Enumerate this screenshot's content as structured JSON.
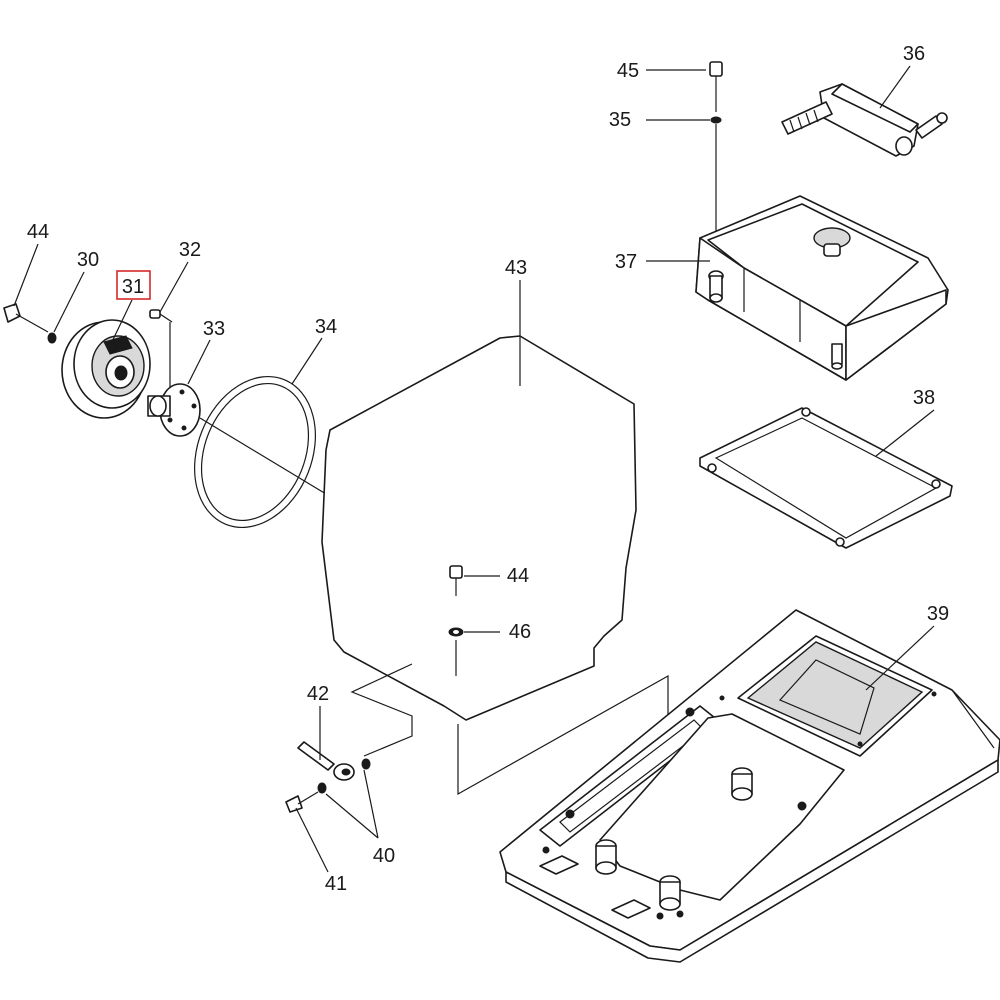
{
  "diagram": {
    "highlight_color": "#d62828",
    "line_color": "#1a1a1a",
    "callouts": [
      {
        "id": "c45",
        "label": "45"
      },
      {
        "id": "c35",
        "label": "35"
      },
      {
        "id": "c36",
        "label": "36"
      },
      {
        "id": "c37",
        "label": "37"
      },
      {
        "id": "c38",
        "label": "38"
      },
      {
        "id": "c44a",
        "label": "44"
      },
      {
        "id": "c30",
        "label": "30"
      },
      {
        "id": "c31",
        "label": "31",
        "highlighted": true
      },
      {
        "id": "c32",
        "label": "32"
      },
      {
        "id": "c33",
        "label": "33"
      },
      {
        "id": "c34",
        "label": "34"
      },
      {
        "id": "c43",
        "label": "43"
      },
      {
        "id": "c44b",
        "label": "44"
      },
      {
        "id": "c46",
        "label": "46"
      },
      {
        "id": "c39",
        "label": "39"
      },
      {
        "id": "c42",
        "label": "42"
      },
      {
        "id": "c40",
        "label": "40"
      },
      {
        "id": "c41",
        "label": "41"
      }
    ]
  }
}
